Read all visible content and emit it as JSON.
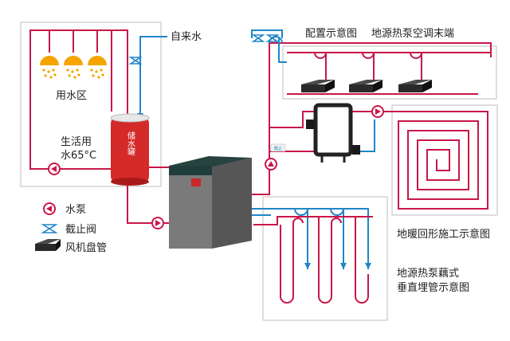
{
  "labels": {
    "tap_water": "自来水",
    "water_use_area": "用水区",
    "domestic_water_1": "生活用",
    "domestic_water_2": "水65°C",
    "storage_tank": "储水罐",
    "config_diagram": "配置示意图",
    "hvac_terminal": "地源热泵空调末端",
    "floor_heating": "地暖回形施工示意图",
    "borehole_1": "地源热泵藕式",
    "borehole_2": "垂直埋管示意图",
    "small_tag": "截止"
  },
  "legend": [
    {
      "icon": "pump-icon",
      "label": "水泵"
    },
    {
      "icon": "valve-icon",
      "label": "截止阀"
    },
    {
      "icon": "fan-coil-icon",
      "label": "风机盘管"
    }
  ],
  "colors": {
    "hot_pipe": "#c8174a",
    "cold_pipe": "#1f86c8",
    "tank": "#d42a2a",
    "unit_body": "#6e6e6e",
    "unit_top": "#1f3d3a",
    "shower_head": "#f5a400",
    "box_border": "#c9c9c9"
  }
}
